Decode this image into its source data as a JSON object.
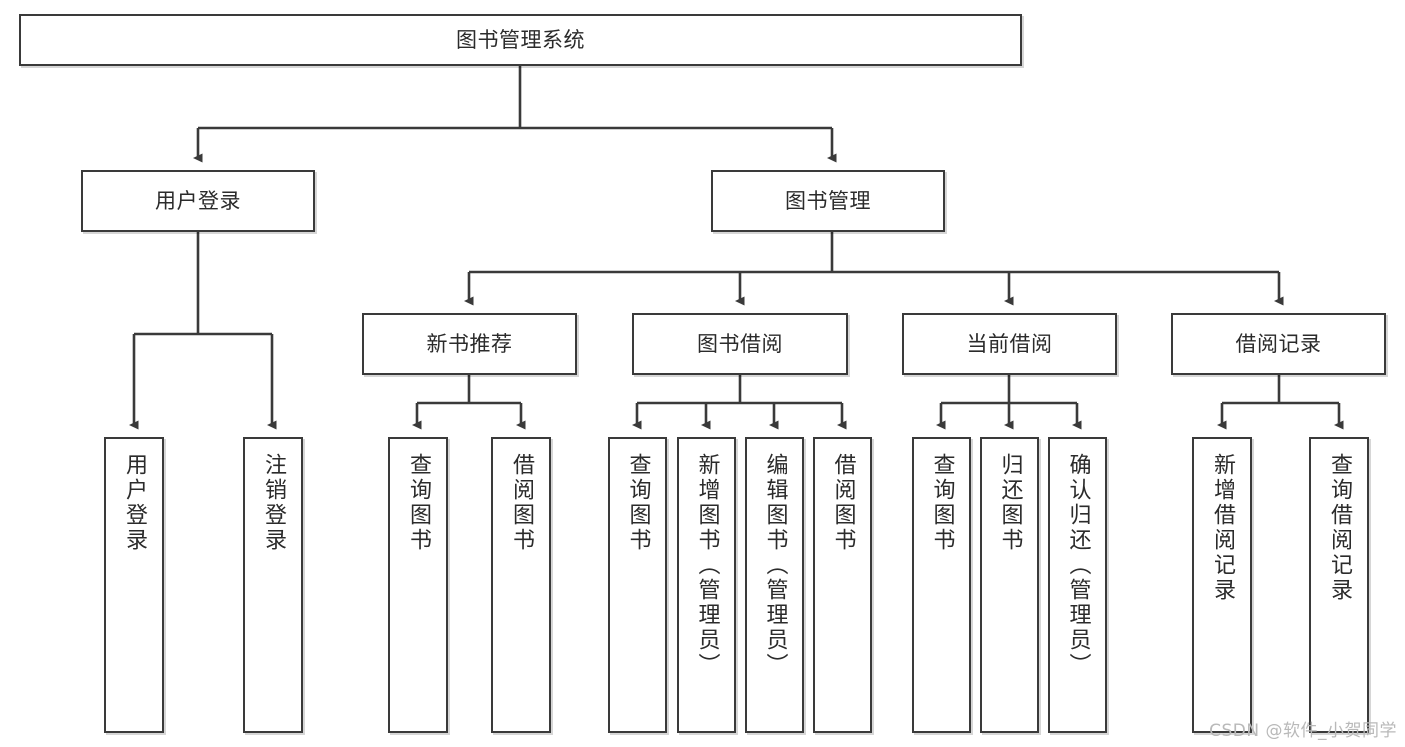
{
  "diagram": {
    "title": "图书管理系统",
    "type": "tree-hierarchy-chart",
    "watermark": "CSDN @软件_小贺同学",
    "colors": {
      "node_border": "#3a3a3a",
      "node_fill": "#ffffff",
      "edge": "#3a3a3a",
      "text": "#2b2b2b",
      "watermark": "#b9b9b9",
      "background": "#ffffff"
    },
    "nodes": {
      "root": {
        "label": "图书管理系统"
      },
      "level2": [
        {
          "id": "user-login",
          "label": "用户登录"
        },
        {
          "id": "book-manage",
          "label": "图书管理"
        }
      ],
      "level3": [
        {
          "id": "new-book-recommend",
          "label": "新书推荐"
        },
        {
          "id": "book-borrow",
          "label": "图书借阅"
        },
        {
          "id": "current-borrow",
          "label": "当前借阅"
        },
        {
          "id": "borrow-record",
          "label": "借阅记录"
        }
      ],
      "leaves": {
        "user_login": [
          {
            "id": "leaf-user-login",
            "label": "用户登录"
          },
          {
            "id": "leaf-logout-login",
            "label": "注销登录"
          }
        ],
        "new_book_recommend": [
          {
            "id": "leaf-query-book-1",
            "label": "查询图书"
          },
          {
            "id": "leaf-borrow-book-1",
            "label": "借阅图书"
          }
        ],
        "book_borrow": [
          {
            "id": "leaf-query-book-2",
            "label": "查询图书"
          },
          {
            "id": "leaf-add-book",
            "label": "新增图书（管理员）"
          },
          {
            "id": "leaf-edit-book",
            "label": "编辑图书（管理员）"
          },
          {
            "id": "leaf-borrow-book-2",
            "label": "借阅图书"
          }
        ],
        "current_borrow": [
          {
            "id": "leaf-query-book-3",
            "label": "查询图书"
          },
          {
            "id": "leaf-return-book",
            "label": "归还图书"
          },
          {
            "id": "leaf-confirm-return",
            "label": "确认归还（管理员）"
          }
        ],
        "borrow_record": [
          {
            "id": "leaf-add-record",
            "label": "新增借阅记录"
          },
          {
            "id": "leaf-query-record",
            "label": "查询借阅记录"
          }
        ]
      }
    }
  }
}
